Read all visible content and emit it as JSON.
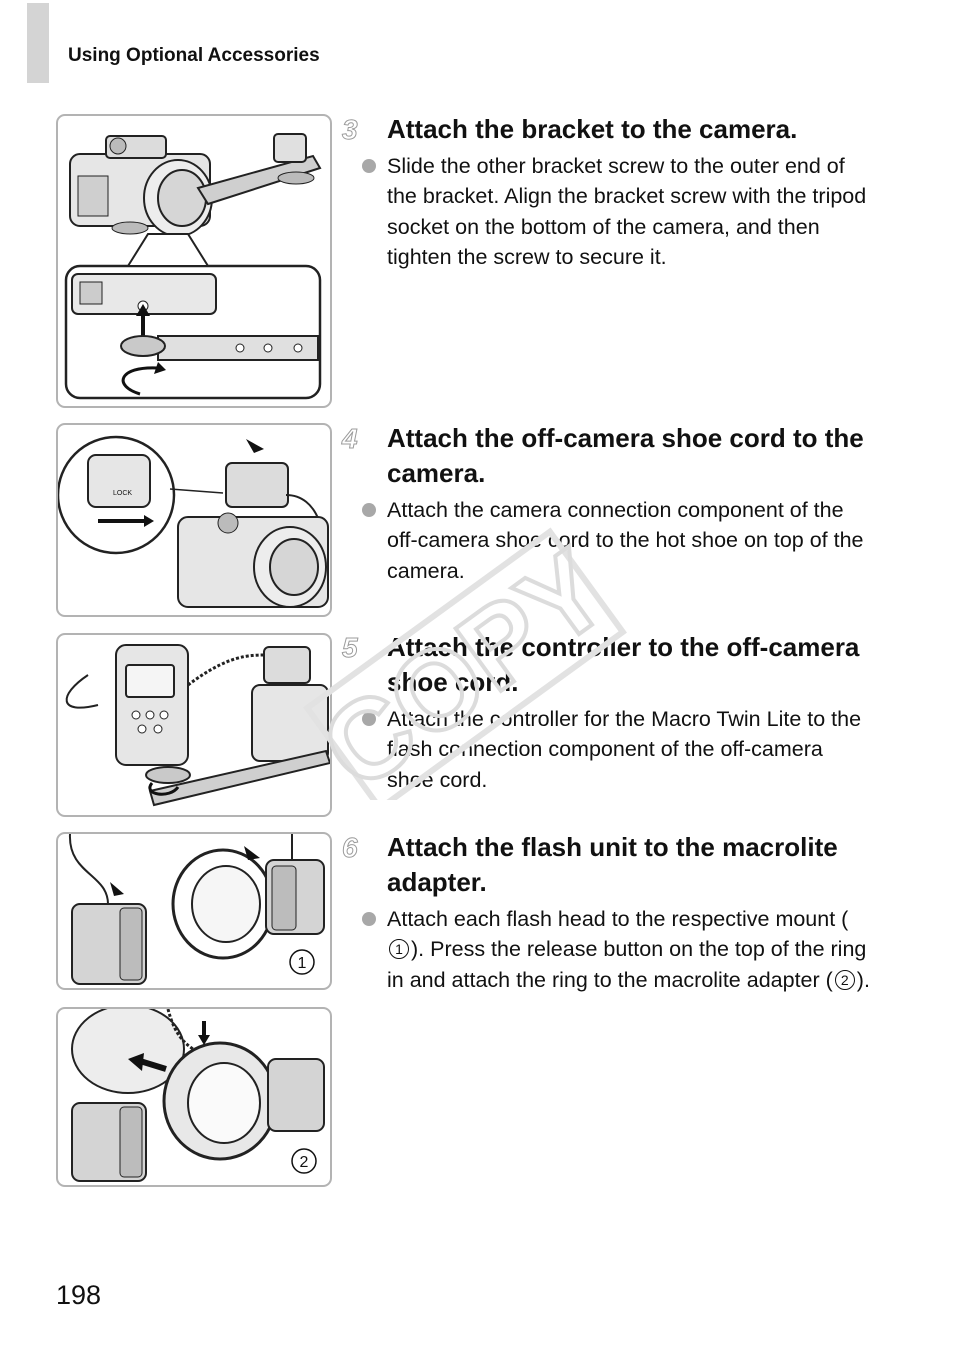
{
  "header": {
    "section_title": "Using Optional Accessories"
  },
  "steps": [
    {
      "number": "3",
      "title": "Attach the bracket to the camera.",
      "body": "Slide the other bracket screw to the outer end of the bracket. Align the bracket screw with the tripod socket on the bottom of the camera, and then tighten the screw to secure it."
    },
    {
      "number": "4",
      "title": "Attach the off-camera shoe cord to the camera.",
      "body": "Attach the camera connection component of the off-camera shoe cord to the hot shoe on top of the camera."
    },
    {
      "number": "5",
      "title": "Attach the controller to the off-camera shoe cord.",
      "body": "Attach the controller for the Macro Twin Lite to the flash connection component of the off-camera shoe cord."
    },
    {
      "number": "6",
      "title": "Attach the flash unit to the macrolite adapter.",
      "body_part1": "Attach each flash head to the respective mount (",
      "marker1": "1",
      "body_part2": "). Press the release button on the top of the ring in and attach the ring to the macrolite adapter (",
      "marker2": "2",
      "body_part3": ")."
    }
  ],
  "figures": {
    "fig3_label": "LOCK",
    "fig6a_marker": "1",
    "fig6b_marker": "2"
  },
  "watermark": "COPY",
  "footer": {
    "page_number": "198"
  }
}
